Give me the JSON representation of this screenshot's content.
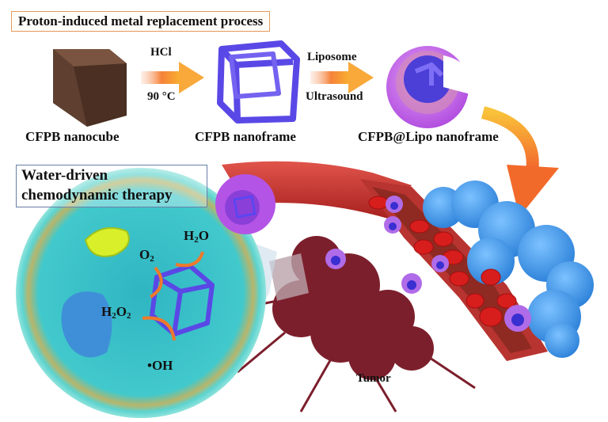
{
  "figure": {
    "title": "Proton-induced metal replacement process",
    "steps": [
      {
        "label": "CFPB nanocube"
      },
      {
        "label": "CFPB nanoframe"
      },
      {
        "label": "CFPB@Lipo nanoframe"
      }
    ],
    "arrows": [
      {
        "top": "HCl",
        "bottom": "90 °C"
      },
      {
        "top": "Liposome",
        "bottom": "Ultrasound"
      }
    ],
    "therapy_box": {
      "line1": "Water-driven",
      "line2": "chemodynamic therapy"
    },
    "reactions": {
      "h2o": {
        "main": "H",
        "sub": "2",
        "tail": "O"
      },
      "o2": {
        "main": "O",
        "sub": "2"
      },
      "h2o2": {
        "main": "H",
        "sub1": "2",
        "mid": "O",
        "sub2": "2"
      },
      "oh": "•OH"
    },
    "tumor_label": "Tumor",
    "colors": {
      "title_border": "#e39a5e",
      "box_border": "#6a7fa8",
      "arrow_orange": "#f5823a",
      "arrow_yellow": "#f9b52f",
      "nanocube": "#5a3b2c",
      "nanoframe": "#5a48e6",
      "liposome": "#c773ee",
      "cell": "#3ec3c8",
      "vessel": "#c8302b",
      "tumor": "#7c1f2c",
      "tissue": "#3a8fe0",
      "mitochondrion": "#d8ef2a"
    }
  }
}
